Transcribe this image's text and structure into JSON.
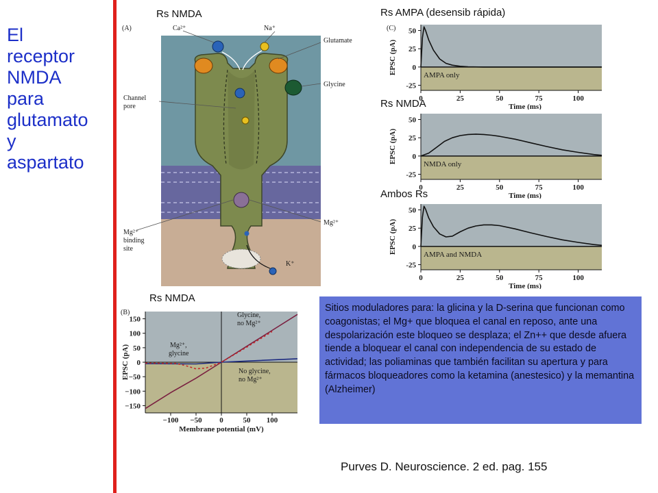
{
  "title": "El\nreceptor\nNMDA\npara\nglutamato\ny\naspartato",
  "captions": {
    "rs_nmda_diagram": "Rs NMDA",
    "rs_ampa": "Rs AMPA (desensib rápida)",
    "rs_nmda_trace": "Rs NMDA",
    "ambos": "Ambos Rs",
    "rs_nmda_iv": "Rs NMDA"
  },
  "receptor_diagram": {
    "panel": "(A)",
    "labels": {
      "ca": "Ca²⁺",
      "na": "Na⁺",
      "glutamate": "Glutamate",
      "glycine": "Glycine",
      "channel_pore_1": "Channel",
      "channel_pore_2": "pore",
      "mg_site_1": "Mg²⁺",
      "mg_site_2": "binding",
      "mg_site_3": "site",
      "mg_ion": "Mg²⁺",
      "k": "K⁺"
    },
    "colors": {
      "receptor": "#7d8a4e",
      "extracellular": "#6f97a3",
      "membrane": "#67679e",
      "intracellular": "#c8ad95",
      "glutamate": "#e08a20",
      "glycine": "#1c5a32",
      "na_ion": "#e8c020",
      "ca_ion": "#2a63b8",
      "mg_ion": "#8a7097"
    }
  },
  "chart_data": [
    {
      "type": "line",
      "panel": "(C)",
      "xlabel": "Time (ms)",
      "ylabel": "EPSC (pA)",
      "xticks": [
        0,
        25,
        50,
        75,
        100
      ],
      "yticks": [
        50,
        25,
        0,
        -25
      ],
      "xlim": [
        0,
        115
      ],
      "ylim": [
        -32,
        58
      ],
      "legend": "AMPA only",
      "series": [
        {
          "x": [
            0,
            1,
            2,
            3,
            5,
            8,
            12,
            16,
            20,
            25,
            30,
            40,
            60,
            80,
            115
          ],
          "y": [
            0,
            40,
            55,
            50,
            37,
            23,
            11,
            5,
            2.5,
            1,
            0.3,
            0,
            0,
            0,
            0
          ]
        }
      ]
    },
    {
      "type": "line",
      "xlabel": "Time (ms)",
      "ylabel": "EPSC (pA)",
      "xticks": [
        0,
        25,
        50,
        75,
        100
      ],
      "yticks": [
        50,
        25,
        0,
        -25
      ],
      "xlim": [
        0,
        115
      ],
      "ylim": [
        -32,
        58
      ],
      "legend": "NMDA only",
      "series": [
        {
          "x": [
            0,
            5,
            10,
            15,
            20,
            25,
            30,
            35,
            40,
            45,
            50,
            60,
            70,
            80,
            90,
            100,
            110,
            115
          ],
          "y": [
            0,
            4,
            12,
            20,
            25,
            28,
            29.5,
            30,
            29.5,
            28.5,
            27,
            23,
            18,
            13,
            8.5,
            5,
            2,
            1
          ]
        }
      ]
    },
    {
      "type": "line",
      "xlabel": "Time (ms)",
      "ylabel": "EPSC (pA)",
      "xticks": [
        0,
        25,
        50,
        75,
        100
      ],
      "yticks": [
        50,
        25,
        0,
        -25
      ],
      "xlim": [
        0,
        115
      ],
      "ylim": [
        -32,
        58
      ],
      "legend": "AMPA and NMDA",
      "series": [
        {
          "x": [
            0,
            1,
            2,
            3,
            5,
            8,
            12,
            16,
            20,
            25,
            30,
            35,
            40,
            45,
            50,
            60,
            70,
            80,
            90,
            100,
            110,
            115
          ],
          "y": [
            0,
            40,
            55,
            51,
            39,
            27,
            17,
            13,
            14,
            20,
            25,
            28,
            29.5,
            29.5,
            28.5,
            24,
            18.5,
            13.5,
            9,
            5.5,
            2.5,
            1.5
          ]
        }
      ]
    },
    {
      "type": "line",
      "panel": "(B)",
      "xlabel": "Membrane potential (mV)",
      "ylabel": "EPSC (pA)",
      "xticks": [
        -100,
        -50,
        0,
        50,
        100
      ],
      "yticks": [
        150,
        100,
        50,
        0,
        -50,
        -100,
        -150
      ],
      "xlim": [
        -150,
        150
      ],
      "ylim": [
        -175,
        175
      ],
      "annotations": [
        "Glycine,",
        "no Mg²⁺",
        "Mg²⁺,",
        "glycine",
        "No glycine,",
        "no Mg²⁺"
      ],
      "series": [
        {
          "x": [
            -150,
            -100,
            -50,
            0,
            50,
            100,
            150
          ],
          "y": [
            -160,
            -105,
            -55,
            0,
            55,
            110,
            165
          ],
          "color": "#7a2040"
        },
        {
          "x": [
            -150,
            -50,
            0,
            150
          ],
          "y": [
            -5,
            -6,
            0,
            12
          ],
          "color": "#1c2a80"
        },
        {
          "x": [
            -150,
            -90,
            -70,
            -50,
            -30,
            -15,
            0,
            50,
            100
          ],
          "y": [
            -3,
            -4,
            -12,
            -23,
            -20,
            -10,
            0,
            52,
            106
          ],
          "color": "#c42a2a"
        }
      ]
    }
  ],
  "info_text": "Sitios moduladores para: la glicina y la D-serina que funcionan como coagonistas; el Mg+ que bloquea el canal en reposo, ante una despolarización este bloqueo se desplaza; el Zn++ que desde afuera tiende a bloquear el canal con independencia de su estado de actividad; las poliaminas que también facilitan su apertura y para fármacos bloqueadores como la ketamina (anestesico) y la memantina (Alzheimer)",
  "citation": "Purves D. Neuroscience. 2 ed. pag. 155"
}
